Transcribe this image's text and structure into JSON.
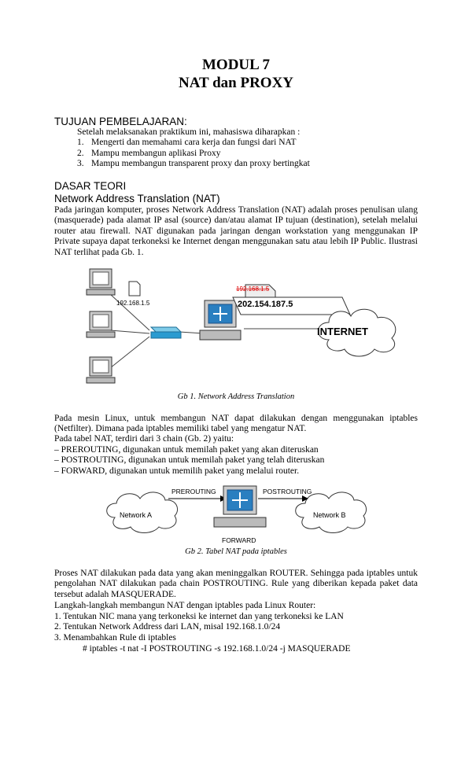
{
  "title": {
    "line1": "MODUL 7",
    "line2": "NAT dan PROXY"
  },
  "tujuan": {
    "heading": "TUJUAN PEMBELAJARAN:",
    "intro": "Setelah melaksanakan praktikum ini, mahasiswa diharapkan :",
    "items": [
      {
        "num": "1.",
        "text": "Mengerti dan memahami cara kerja dan fungsi dari NAT"
      },
      {
        "num": "2.",
        "text": "Mampu membangun aplikasi Proxy"
      },
      {
        "num": "3.",
        "text": "Mampu membangun transparent proxy dan proxy bertingkat"
      }
    ]
  },
  "dasar": {
    "heading": "DASAR TEORI",
    "subheading": "Network Address Translation (NAT)",
    "para1": "Pada jaringan komputer, proses Network Address Translation (NAT) adalah proses penulisan ulang (masquerade) pada alamat IP asal (source) dan/atau alamat IP tujuan (destination), setelah melalui router atau firewall. NAT digunakan pada jaringan dengan workstation yang menggunakan IP Private supaya dapat terkoneksi ke Internet dengan menggunakan satu atau lebih IP Public. Ilustrasi NAT terlihat pada Gb. 1."
  },
  "fig1": {
    "caption": "Gb 1. Network Address Translation",
    "private_ip": "192.168.1.5",
    "old_ip": "192.168.1.5",
    "public_ip": "202.154.187.5",
    "cloud_label": "INTERNET"
  },
  "para2": {
    "line1": "Pada mesin Linux, untuk membangun NAT dapat dilakukan dengan menggunakan  iptables (Netfilter). Dimana pada iptables memiliki tabel yang mengatur NAT.",
    "line2": "Pada tabel NAT, terdiri dari 3 chain (Gb. 2) yaitu:",
    "chains": [
      "– PREROUTING, digunakan untuk memilah paket yang akan diteruskan",
      "– POSTROUTING, digunakan untuk memilah paket yang telah diteruskan",
      "– FORWARD, digunakan untuk memilih paket yang melalui router."
    ]
  },
  "fig2": {
    "caption": "Gb 2. Tabel NAT pada iptables",
    "network_a": "Network A",
    "network_b": "Network B",
    "prerouting": "PREROUTING",
    "postrouting": "POSTROUTING",
    "forward": "FORWARD"
  },
  "para3": {
    "text": "Proses NAT dilakukan pada data yang akan meninggalkan ROUTER. Sehingga pada iptables untuk pengolahan NAT dilakukan pada chain POSTROUTING. Rule yang diberikan kepada paket data tersebut adalah MASQUERADE.",
    "steps_intro": "Langkah-langkah membangun NAT dengan iptables pada Linux Router:",
    "steps": [
      "1. Tentukan NIC mana yang terkoneksi ke internet dan yang terkoneksi ke LAN",
      "2. Tentukan Network Address dari LAN, misal 192.168.1.0/24",
      "3. Menambahkan Rule di iptables"
    ],
    "command": "# iptables -t nat -I POSTROUTING -s 192.168.1.0/24 -j MASQUERADE"
  }
}
